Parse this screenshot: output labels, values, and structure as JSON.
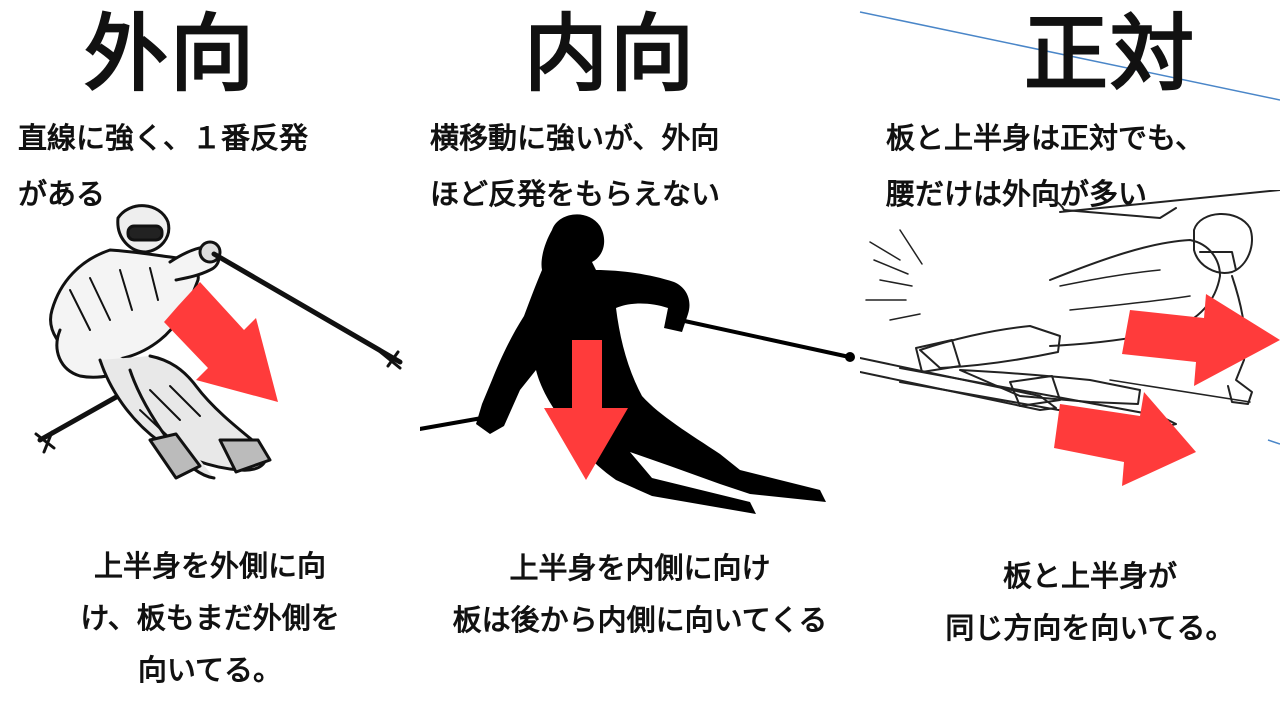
{
  "columns": [
    {
      "title": "外向",
      "desc": [
        "直線に強く、１番反発",
        "がある"
      ],
      "caption": [
        "上半身を外側に向",
        "け、板もまだ外側を",
        "向いてる。"
      ]
    },
    {
      "title": "内向",
      "desc": [
        "横移動に強いが、外向",
        "ほど反発をもらえない"
      ],
      "caption": [
        "上半身を内側に向け",
        "板は後から内側に向いてくる"
      ]
    },
    {
      "title": "正対",
      "desc": [
        "板と上半身は正対でも、",
        "腰だけは外向が多い"
      ],
      "caption": [
        "板と上半身が",
        "同じ方向を向いてる。"
      ]
    }
  ],
  "colors": {
    "arrow": "#ff3b3b",
    "silhouette": "#000000",
    "accent_line": "#4a86c8"
  }
}
